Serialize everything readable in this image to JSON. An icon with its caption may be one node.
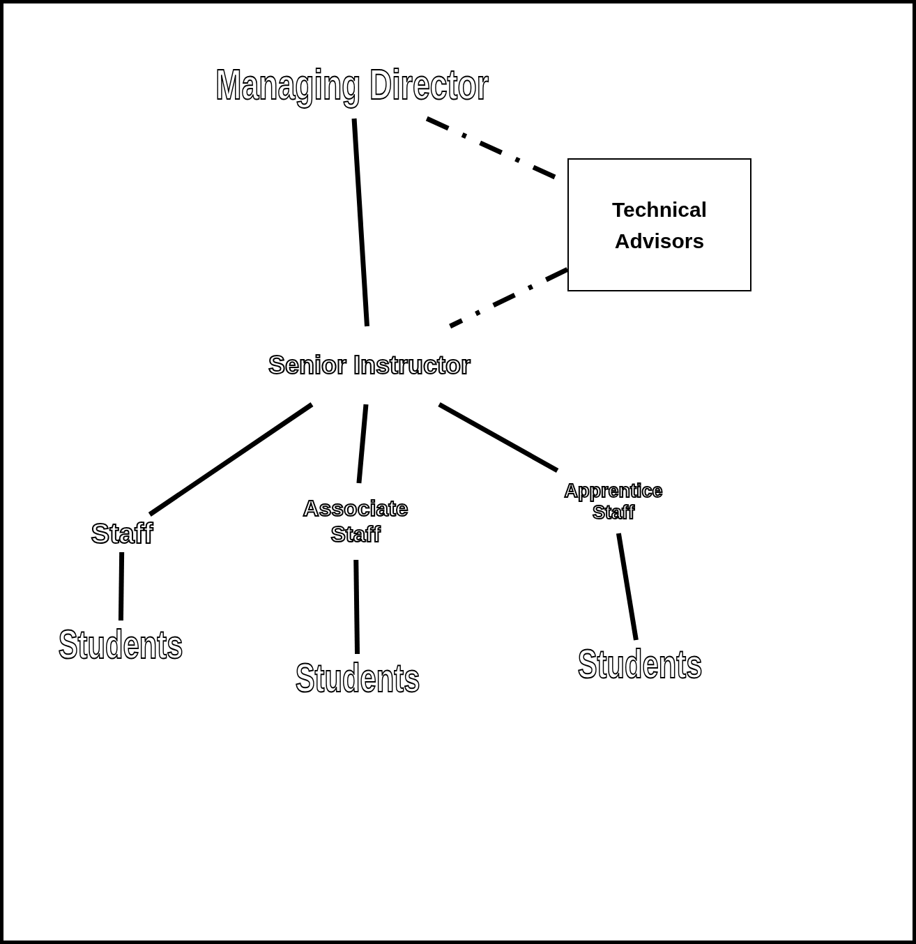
{
  "diagram": {
    "nodes": [
      {
        "text": [
          "Managing Director"
        ]
      },
      {
        "text": [
          "Technical Advisors"
        ]
      },
      {
        "text": [
          "Senior Instructor"
        ]
      },
      {
        "text": [
          "Staff"
        ]
      },
      {
        "text": [
          "Associate Staff"
        ]
      },
      {
        "text": [
          "Apprentice Staff"
        ]
      },
      {
        "text": [
          "Students"
        ]
      },
      {
        "text": [
          "Students"
        ]
      },
      {
        "text": [
          "Students"
        ]
      }
    ],
    "edges": [
      {
        "from": 0,
        "to": 2,
        "arrow": "none"
      },
      {
        "from": 0,
        "to": 1,
        "arrow": "none",
        "style": "dashed"
      },
      {
        "from": 1,
        "to": 2,
        "arrow": "none",
        "style": "dashed"
      },
      {
        "from": 2,
        "to": 3,
        "arrow": "none"
      },
      {
        "from": 2,
        "to": 4,
        "arrow": "none"
      },
      {
        "from": 2,
        "to": 5,
        "arrow": "none"
      },
      {
        "from": 3,
        "to": 6,
        "arrow": "none"
      },
      {
        "from": 4,
        "to": 7,
        "arrow": "none"
      },
      {
        "from": 5,
        "to": 8,
        "arrow": "none"
      }
    ]
  }
}
